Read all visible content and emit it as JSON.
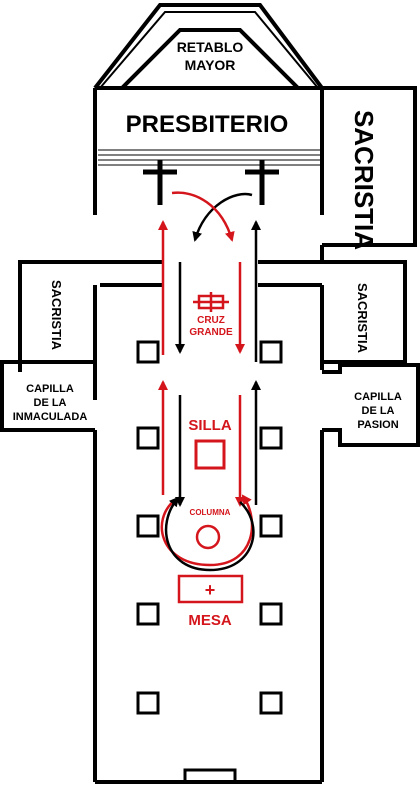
{
  "labels": {
    "retablo_line1": "RETABLO",
    "retablo_line2": "MAYOR",
    "presbiterio": "PRESBITERIO",
    "sacristia_right_large": "SACRISTIA",
    "sacristia_left": "SACRISTIA",
    "sacristia_right_small": "SACRISTIA",
    "capilla_left_line1": "CAPILLA",
    "capilla_left_line2": "DE LA",
    "capilla_left_line3": "INMACULADA",
    "capilla_right_line1": "CAPILLA",
    "capilla_right_line2": "DE LA",
    "capilla_right_line3": "PASION",
    "cruz_line1": "CRUZ",
    "cruz_line2": "GRANDE",
    "silla": "SILLA",
    "columna": "COLUMNA",
    "mesa": "MESA",
    "mesa_symbol": "+"
  },
  "colors": {
    "wall": "#000000",
    "procession": "#d4161c",
    "background": "#ffffff"
  }
}
